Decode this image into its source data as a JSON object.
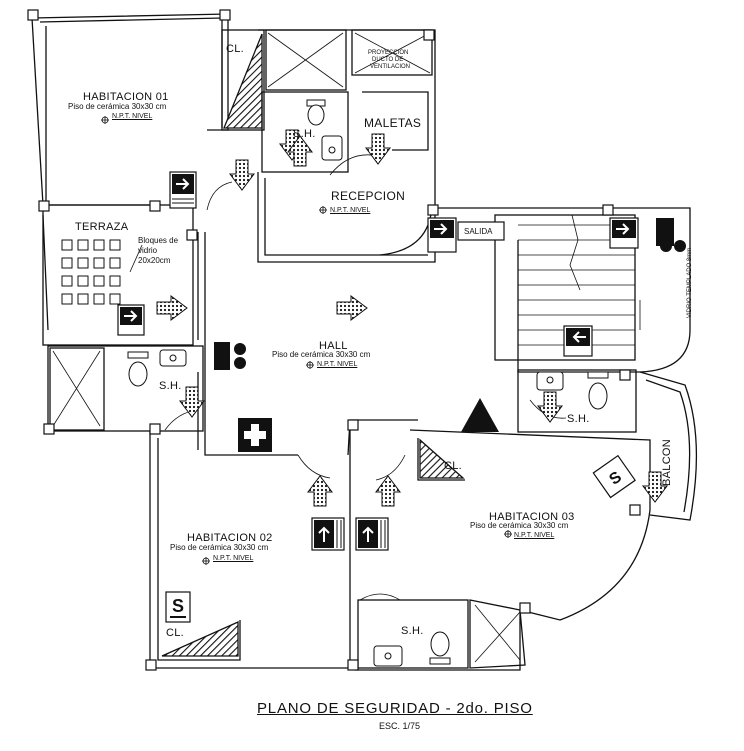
{
  "plan_title": "PLANO DE SEGURIDAD - 2do. PISO",
  "scale": "ESC. 1/75",
  "rooms": {
    "habitacion01": {
      "name": "HABITACION 01",
      "floor": "Piso de cerámica 30x30 cm",
      "level": "N.P.T. NIVEL"
    },
    "habitacion02": {
      "name": "HABITACION 02",
      "floor": "Piso de cerámica 30x30 cm",
      "level": "N.P.T. NIVEL"
    },
    "habitacion03": {
      "name": "HABITACION 03",
      "floor": "Piso de cerámica 30x30 cm",
      "level": "N.P.T. NIVEL"
    },
    "hall": {
      "name": "HALL",
      "floor": "Piso de cerámica 30x30 cm",
      "level": "N.P.T. NIVEL"
    },
    "recepcion": {
      "name": "RECEPCION",
      "level": "N.P.T. NIVEL"
    },
    "terraza": {
      "name": "TERRAZA",
      "note_line1": "Bloques de",
      "note_line2": "vidrio",
      "note_line3": "20x20cm"
    },
    "maletas": {
      "name": "MALETAS"
    },
    "balcon": {
      "name": "BALCON"
    },
    "ventilacion": {
      "line1": "PROYECCION",
      "line2": "DUCTO DE",
      "line3": "VENTILACION"
    },
    "vidrio": {
      "text": "VIDRIO TEMPLADO 8mm"
    }
  },
  "closets": {
    "cl1": "CL.",
    "cl2": "CL.",
    "cl3": "CL."
  },
  "bathrooms": {
    "sh1": "S.H.",
    "sh2": "S.H.",
    "sh3": "S.H.",
    "sh4": "S.H."
  },
  "signs": {
    "salida": "SALIDA"
  }
}
